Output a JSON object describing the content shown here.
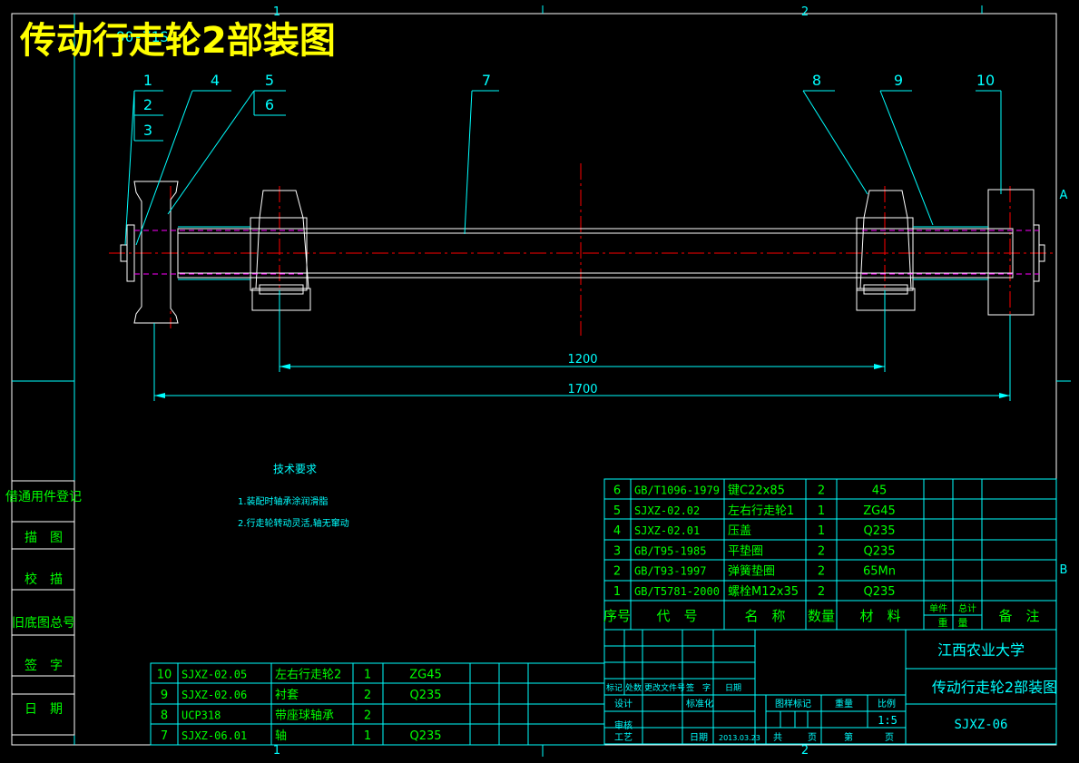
{
  "title": "传动行走轮2部装图",
  "frame": {
    "zones_top": [
      "1",
      "2"
    ],
    "zones_bottom": [
      "1",
      "2"
    ],
    "zones_right": [
      "A",
      "B"
    ]
  },
  "left_strip": [
    "借通用件登记",
    "描　图",
    "校　描",
    "旧底图总号",
    "签　字",
    "日　期"
  ],
  "balloons": [
    "1",
    "2",
    "3",
    "4",
    "5",
    "6",
    "7",
    "8",
    "9",
    "10"
  ],
  "dimensions": {
    "inner": "1200",
    "outer": "1700"
  },
  "tech_requirements": {
    "heading": "技术要求",
    "items": [
      "1.装配时轴承涂润滑脂",
      "2.行走轮转动灵活,轴无窜动"
    ]
  },
  "bom_upper": [
    [
      "6",
      "GB/T1096-1979",
      "键C22x85",
      "2",
      "45"
    ],
    [
      "5",
      "SJXZ-02.02",
      "左右行走轮1",
      "1",
      "ZG45"
    ],
    [
      "4",
      "SJXZ-02.01",
      "压盖",
      "1",
      "Q235"
    ],
    [
      "3",
      "GB/T95-1985",
      "平垫圈",
      "2",
      "Q235"
    ],
    [
      "2",
      "GB/T93-1997",
      "弹簧垫圈",
      "2",
      "65Mn"
    ],
    [
      "1",
      "GB/T5781-2000",
      "螺栓M12x35",
      "2",
      "Q235"
    ]
  ],
  "bom_header": {
    "no": "序号",
    "code": "代　号",
    "name": "名　称",
    "qty": "数量",
    "material": "材　料",
    "unit_weight": "单件",
    "total_weight": "总计",
    "weight": "重　量",
    "remark": "备　注"
  },
  "bom_lower": [
    [
      "10",
      "SJXZ-02.05",
      "左右行走轮2",
      "1",
      "ZG45"
    ],
    [
      "9",
      "SJXZ-02.06",
      "衬套",
      "2",
      "Q235"
    ],
    [
      "8",
      "UCP318",
      "带座球轴承",
      "2",
      ""
    ],
    [
      "7",
      "SJXZ-06.01",
      "轴",
      "1",
      "Q235"
    ]
  ],
  "title_block": {
    "school": "江西农业大学",
    "drawing_name": "传动行走轮2部装图",
    "drawing_no": "SJXZ-06",
    "revision_labels": [
      "标记",
      "处数",
      "更改文件号",
      "签　字",
      "日期"
    ],
    "roles": [
      "设计",
      "审核",
      "工艺"
    ],
    "standardization": "标准化",
    "stage_mark": "图样标记",
    "weight": "重量",
    "scale_label": "比例",
    "scale": "1:5",
    "date_label": "日期",
    "date": "2013.03.23",
    "total_label": "共",
    "sheet_label": "第",
    "page_label": "页"
  },
  "colors": {
    "cyan": "#00ffff",
    "white": "#ffffff",
    "green": "#00ff00",
    "yellow": "#ffff00",
    "magenta": "#ff00ff",
    "red": "#ff0000"
  }
}
